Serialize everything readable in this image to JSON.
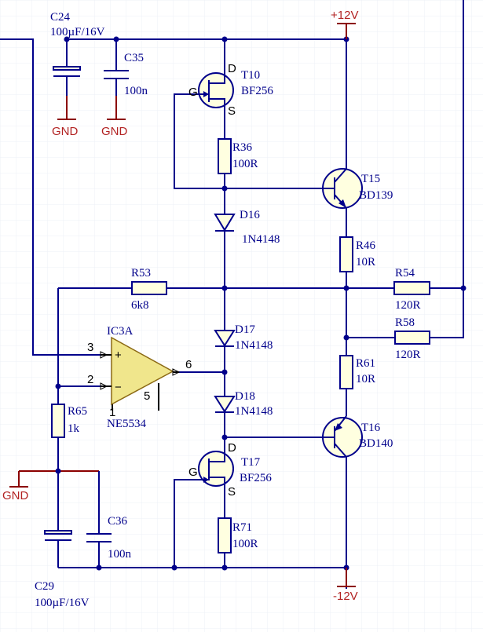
{
  "colors": {
    "wire": "#00008b",
    "component_fill": "#ffffe0",
    "opamp_fill": "#f0e68c",
    "power": "#b22222",
    "grid": "#eef0f7"
  },
  "power": {
    "vpos": "+12V",
    "vneg": "-12V",
    "gnd1": "GND",
    "gnd2": "GND",
    "gnd3": "GND"
  },
  "components": {
    "c24": {
      "ref": "C24",
      "value": "100µF/16V"
    },
    "c35": {
      "ref": "C35",
      "value": "100n"
    },
    "t10": {
      "ref": "T10",
      "value": "BF256",
      "d": "D",
      "g": "G",
      "s": "S"
    },
    "r36": {
      "ref": "R36",
      "value": "100R"
    },
    "t15": {
      "ref": "T15",
      "value": "BD139"
    },
    "d16": {
      "ref": "D16",
      "value": "1N4148"
    },
    "r46": {
      "ref": "R46",
      "value": "10R"
    },
    "r53": {
      "ref": "R53",
      "value": "6k8"
    },
    "r54": {
      "ref": "R54",
      "value": "120R"
    },
    "r58": {
      "ref": "R58",
      "value": "120R"
    },
    "ic3a": {
      "ref": "IC3A",
      "value": "NE5534",
      "pin3": "3",
      "pin2": "2",
      "pin6": "6",
      "pin1": "1",
      "pin5": "5",
      "plus": "+",
      "minus": "−"
    },
    "d17": {
      "ref": "D17",
      "value": "1N4148"
    },
    "d18": {
      "ref": "D18",
      "value": "1N4148"
    },
    "r61": {
      "ref": "R61",
      "value": "10R"
    },
    "r65": {
      "ref": "R65",
      "value": "1k"
    },
    "t16": {
      "ref": "T16",
      "value": "BD140"
    },
    "t17": {
      "ref": "T17",
      "value": "BF256",
      "d": "D",
      "g": "G",
      "s": "S"
    },
    "r71": {
      "ref": "R71",
      "value": "100R"
    },
    "c36": {
      "ref": "C36",
      "value": "100n"
    },
    "c29": {
      "ref": "C29",
      "value": "100µF/16V"
    }
  }
}
